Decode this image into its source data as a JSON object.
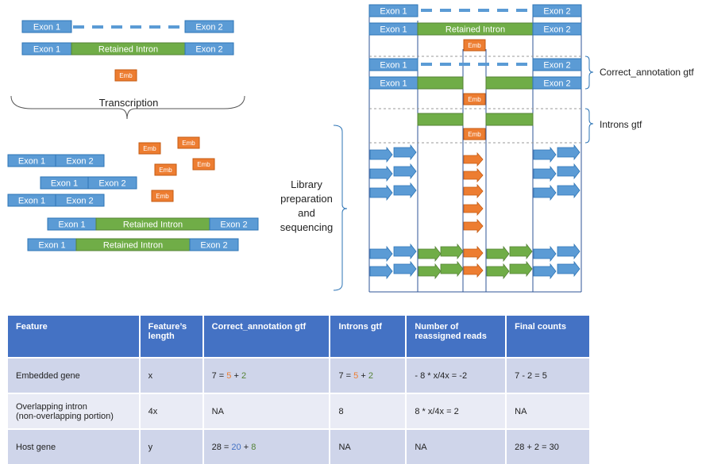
{
  "labels": {
    "exon1": "Exon 1",
    "exon2": "Exon 2",
    "retained": "Retained Intron",
    "emb": "Emb",
    "transcription": "Transcription",
    "library": [
      "Library",
      "preparation",
      "and",
      "sequencing"
    ],
    "correct_gtf": "Correct_annotation gtf",
    "introns_gtf": "Introns gtf"
  },
  "colors": {
    "exon": "#5b9bd5",
    "exon_border": "#2e75b6",
    "intron": "#70ad47",
    "emb": "#ed7d31",
    "line": "#2f5597",
    "header": "#4472c4"
  },
  "table": {
    "headers": [
      "Feature",
      "Feature’s length",
      "Correct_annotation gtf",
      "Introns gtf",
      "Number of reassigned reads",
      "Final counts"
    ],
    "rows": [
      {
        "feature": "Embedded gene",
        "length": "x",
        "correct": {
          "total": "7",
          "eq": " = ",
          "a": "5",
          "plus": " + ",
          "b": "2"
        },
        "introns": {
          "total": "7",
          "eq": " = ",
          "a": "5",
          "plus": " + ",
          "b": "2"
        },
        "reassigned": "- 8 * x/4x = -2",
        "final": "7 - 2 = 5"
      },
      {
        "feature": "Overlapping intron",
        "feature_sub": "(non-overlapping portion)",
        "length": "4x",
        "correct_text": "NA",
        "introns_text": "8",
        "reassigned": "8 * x/4x = 2",
        "final": "NA"
      },
      {
        "feature": "Host gene",
        "length": "y",
        "correct": {
          "total": "28",
          "eq": " = ",
          "a": "20",
          "plus": " + ",
          "b": "8"
        },
        "introns_text": "NA",
        "reassigned": "NA",
        "final": "28 + 2 = 30"
      }
    ]
  }
}
